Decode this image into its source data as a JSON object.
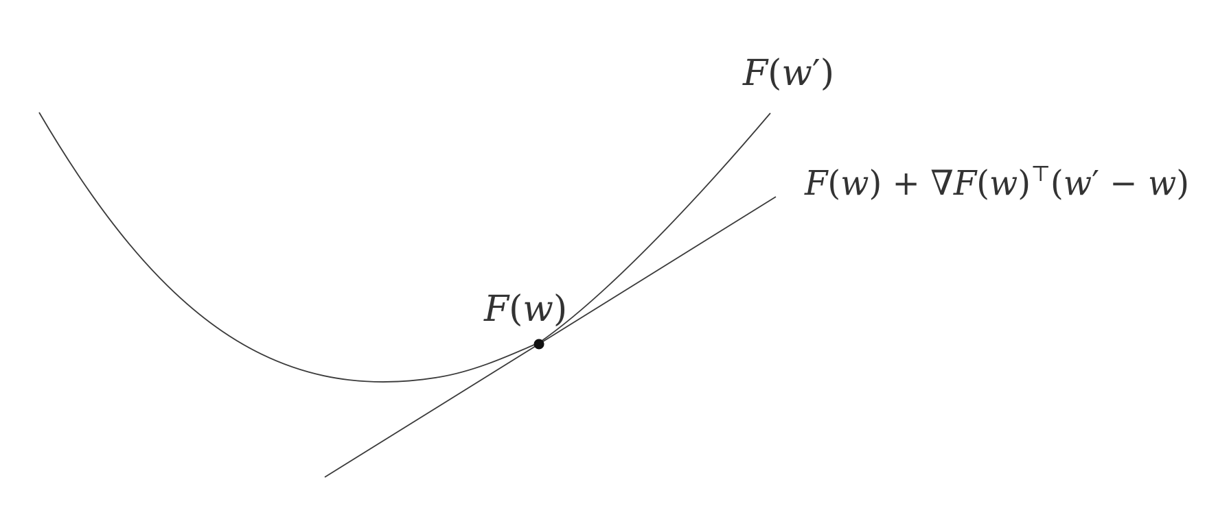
{
  "diagram": {
    "labels": {
      "function_at_w_prime": {
        "F": "F",
        "open": "(",
        "var": "w",
        "prime": "′",
        "close": ")"
      },
      "function_at_w": {
        "F": "F",
        "open": "(",
        "var": "w",
        "close": ")"
      },
      "tangent_expression": {
        "F1": "F",
        "open1": "(",
        "w1": "w",
        "close1": ")",
        "plus": " + ",
        "nabla": "∇",
        "F2": "F",
        "open2": "(",
        "w2": "w",
        "close2": ")",
        "transpose": "⊤",
        "open3": "(",
        "w3": "w",
        "prime": "′",
        "minus": " − ",
        "w4": "w",
        "close3": ")"
      }
    },
    "colors": {
      "curve": "#3a3a3a",
      "tangent": "#3a3a3a",
      "point": "#111111",
      "text": "#333333"
    }
  }
}
